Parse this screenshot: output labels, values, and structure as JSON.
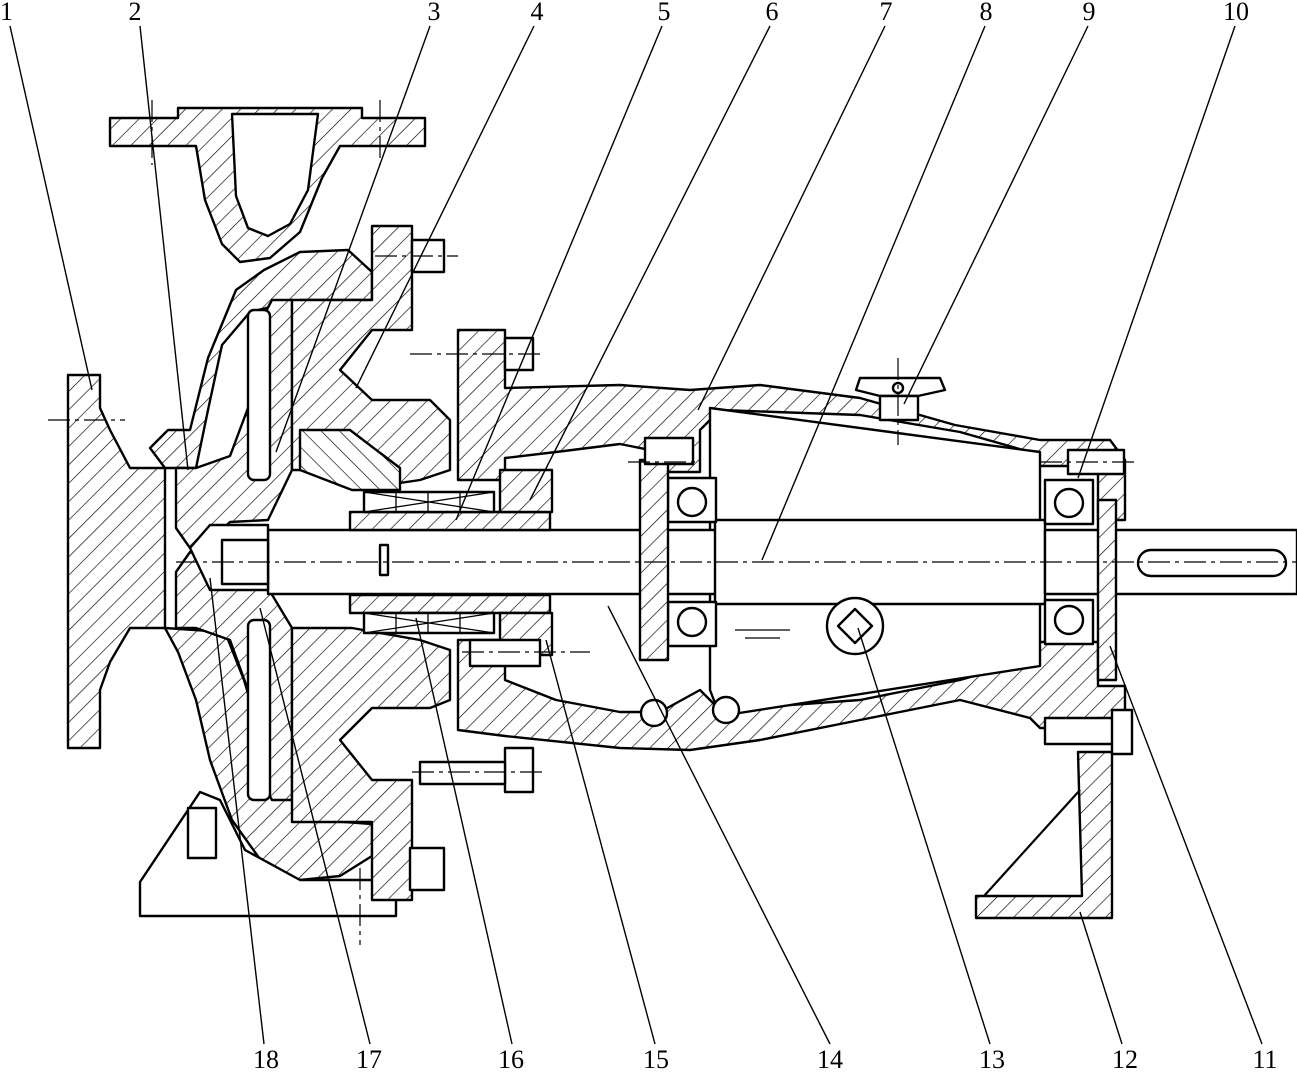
{
  "callouts_top": [
    "1",
    "2",
    "3",
    "4",
    "5",
    "6",
    "7",
    "8",
    "9",
    "10"
  ],
  "callouts_bottom": [
    "18",
    "17",
    "16",
    "15",
    "14",
    "13",
    "12",
    "11"
  ]
}
